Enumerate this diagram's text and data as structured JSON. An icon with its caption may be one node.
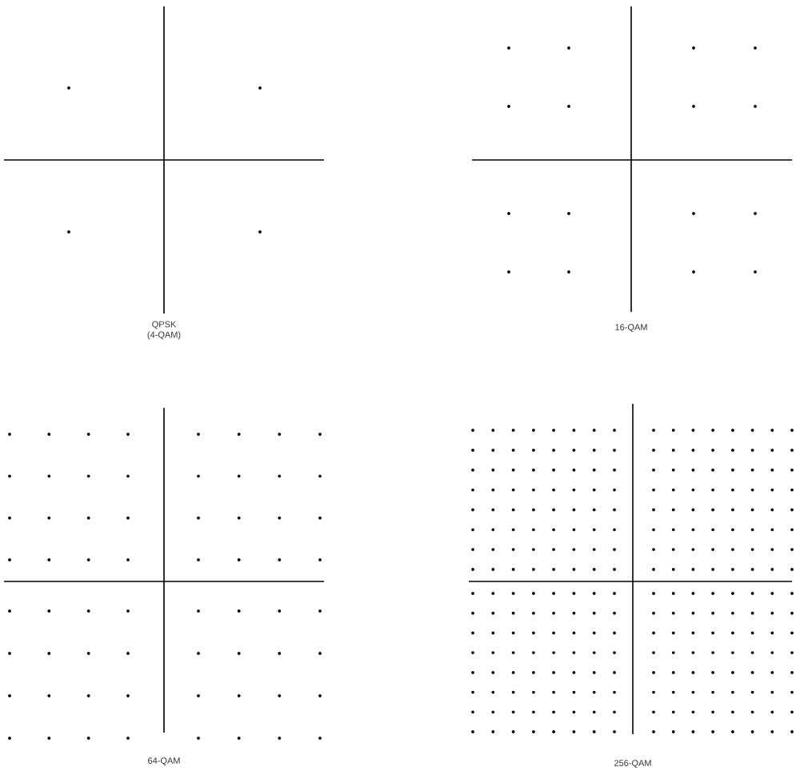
{
  "diagram": {
    "labels": [
      "QPSK (4-QAM)",
      "16-QAM",
      "64-QAM",
      "256-QAM"
    ]
  }
}
